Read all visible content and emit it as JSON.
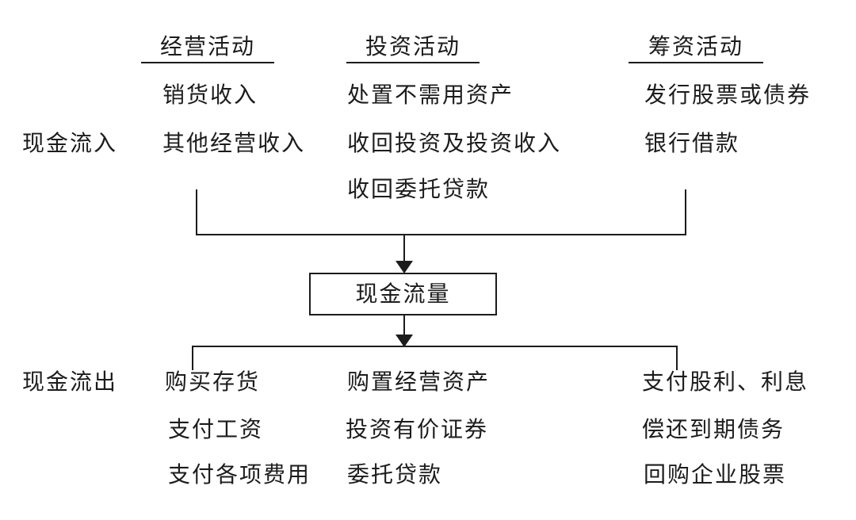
{
  "diagram": {
    "title_semantic": "cash-flow-diagram",
    "inflow_label": "现金流入",
    "outflow_label": "现金流出",
    "center_box_label": "现金流量",
    "columns": [
      {
        "header": "经营活动",
        "inflows": [
          "销货收入",
          "其他经营收入"
        ],
        "outflows": [
          "购买存货",
          "支付工资",
          "支付各项费用"
        ]
      },
      {
        "header": "投资活动",
        "inflows": [
          "处置不需用资产",
          "收回投资及投资收入",
          "收回委托贷款"
        ],
        "outflows": [
          "购置经营资产",
          "投资有价证券",
          "委托贷款"
        ]
      },
      {
        "header": "筹资活动",
        "inflows": [
          "发行股票或债券",
          "银行借款"
        ],
        "outflows": [
          "支付股利、利息",
          "偿还到期债务",
          "回购企业股票"
        ]
      }
    ],
    "colors": {
      "text": "#1c1c1c",
      "line": "#1c1c1c",
      "background": "#ffffff"
    }
  }
}
